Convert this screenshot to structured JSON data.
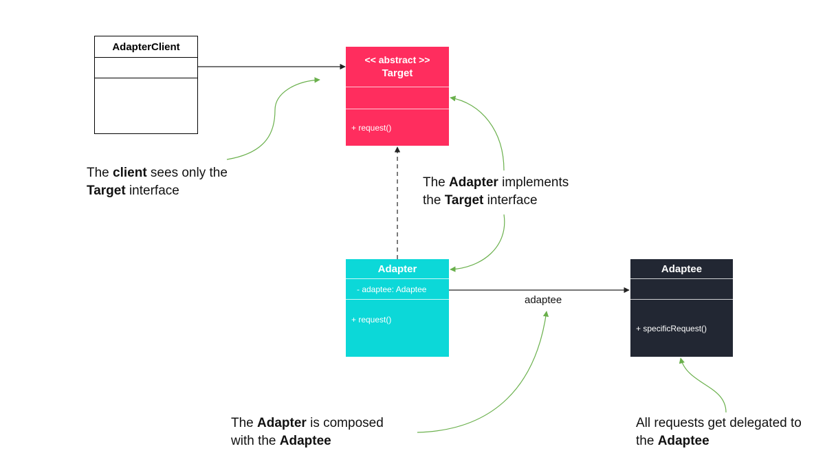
{
  "classes": {
    "client": {
      "name": "AdapterClient",
      "attributes": "",
      "methods": ""
    },
    "target": {
      "stereotype": "<< abstract >>",
      "name": "Target",
      "attributes": "",
      "method": "+ request()"
    },
    "adapter": {
      "name": "Adapter",
      "attribute": "- adaptee: Adaptee",
      "method": "+ request()"
    },
    "adaptee": {
      "name": "Adaptee",
      "attributes": "",
      "method": "+ specificRequest()"
    }
  },
  "association_label": "adaptee",
  "notes": {
    "client": {
      "p1": "The ",
      "b1": "client",
      "p2": " sees only the",
      "b2": "Target",
      "p3": " interface"
    },
    "implements": {
      "p1": "The ",
      "b1": "Adapter",
      "p2": " implements",
      "p3": "the ",
      "b2": "Target",
      "p4": " interface"
    },
    "composed": {
      "p1": "The ",
      "b1": "Adapter",
      "p2": " is composed",
      "p3": "with the ",
      "b2": "Adaptee"
    },
    "delegated": {
      "p1": "All requests get delegated to",
      "p2": "the ",
      "b1": "Adaptee"
    }
  },
  "colors": {
    "target": "#ff2d5e",
    "adapter": "#0cd8d8",
    "adaptee": "#222733",
    "callout_arrow": "#6ab04c",
    "connector": "#222222"
  }
}
